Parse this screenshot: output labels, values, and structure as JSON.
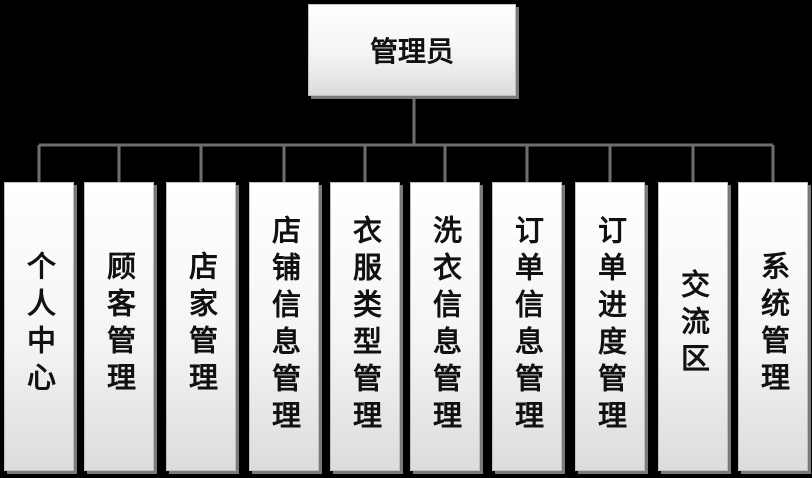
{
  "diagram": {
    "colors": {
      "background": "#000000",
      "line": "#6e6e6e",
      "box": "#ffffff",
      "text": "#111111"
    },
    "root": {
      "label": "管理员"
    },
    "children": [
      {
        "label": "个人中心"
      },
      {
        "label": "顾客管理"
      },
      {
        "label": "店家管理"
      },
      {
        "label": "店铺信息管理"
      },
      {
        "label": "衣服类型管理"
      },
      {
        "label": "洗衣信息管理"
      },
      {
        "label": "订单信息管理"
      },
      {
        "label": "订单进度管理"
      },
      {
        "label": "交流区"
      },
      {
        "label": "系统管理"
      }
    ]
  }
}
